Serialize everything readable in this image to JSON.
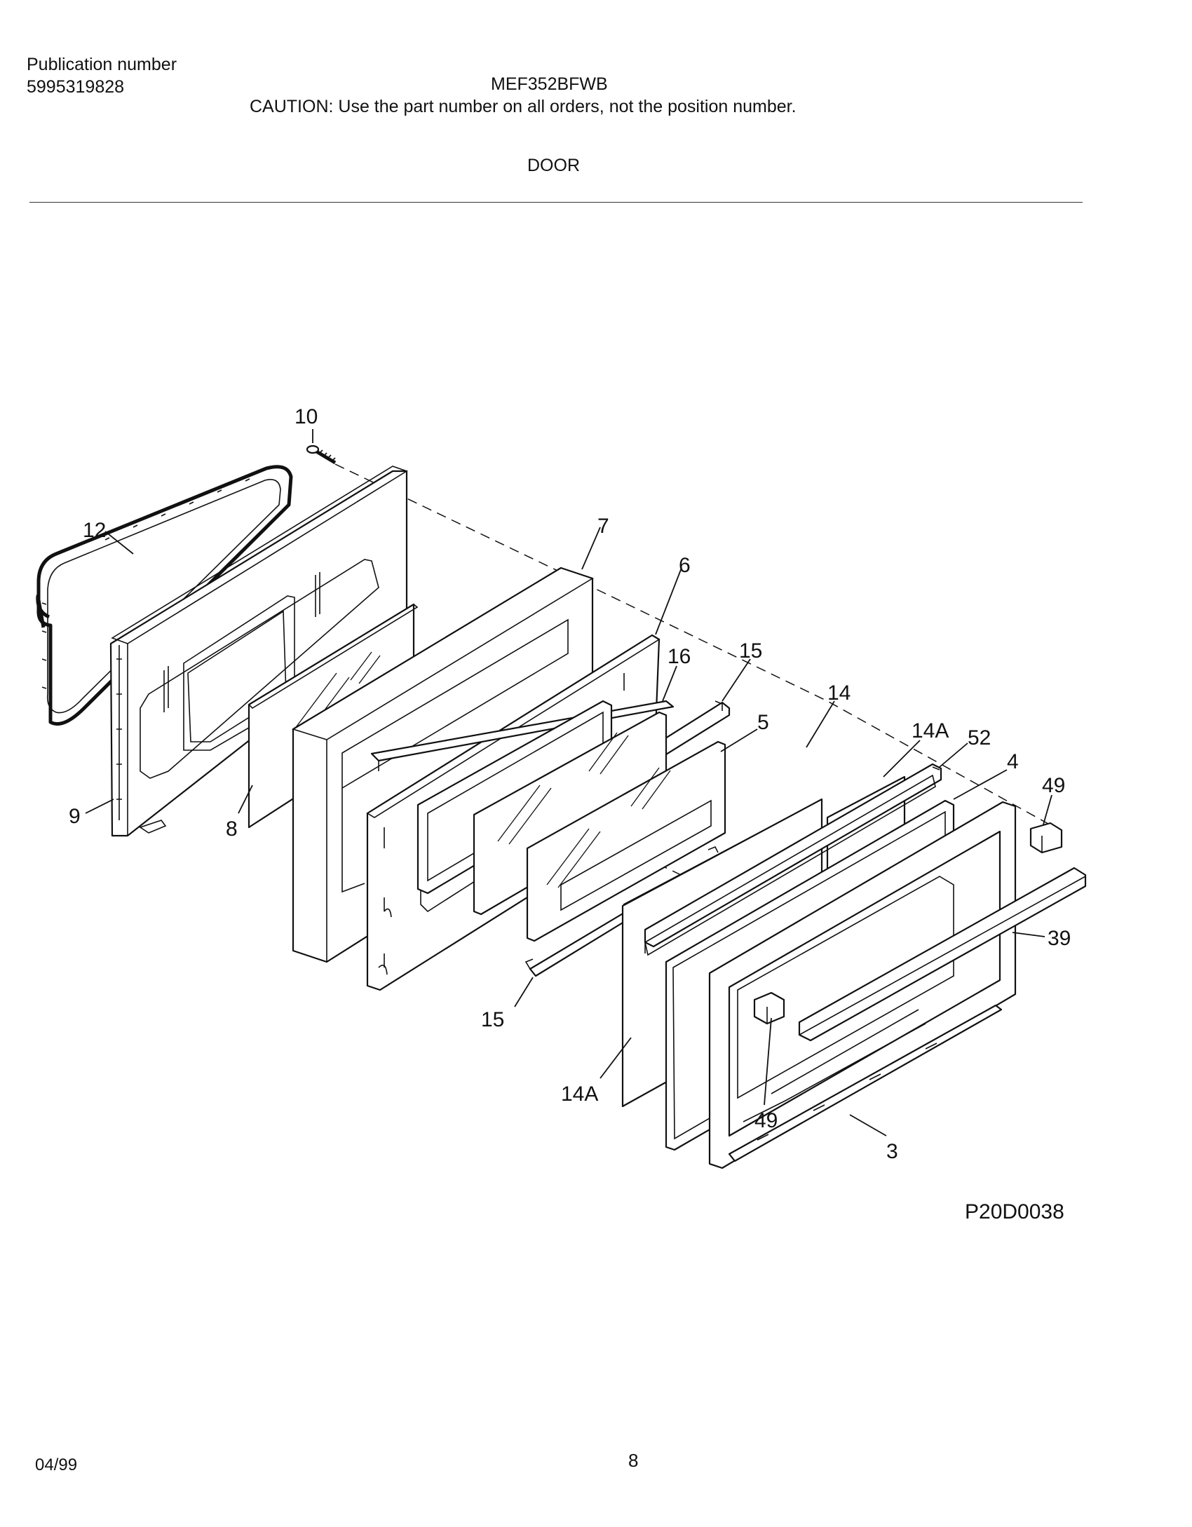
{
  "header": {
    "publication_label": "Publication number",
    "publication_number": "5995319828",
    "model": "MEF352BFWB",
    "caution": "CAUTION:  Use the part number on all orders, not the position number.",
    "section_title": "DOOR"
  },
  "diagram": {
    "id": "P20D0038",
    "callouts": [
      "10",
      "12",
      "7",
      "6",
      "16",
      "15",
      "14",
      "14A",
      "52",
      "4",
      "49",
      "5",
      "9",
      "8",
      "39",
      "15",
      "14A",
      "49",
      "3"
    ]
  },
  "footer": {
    "date": "04/99",
    "page": "8"
  }
}
